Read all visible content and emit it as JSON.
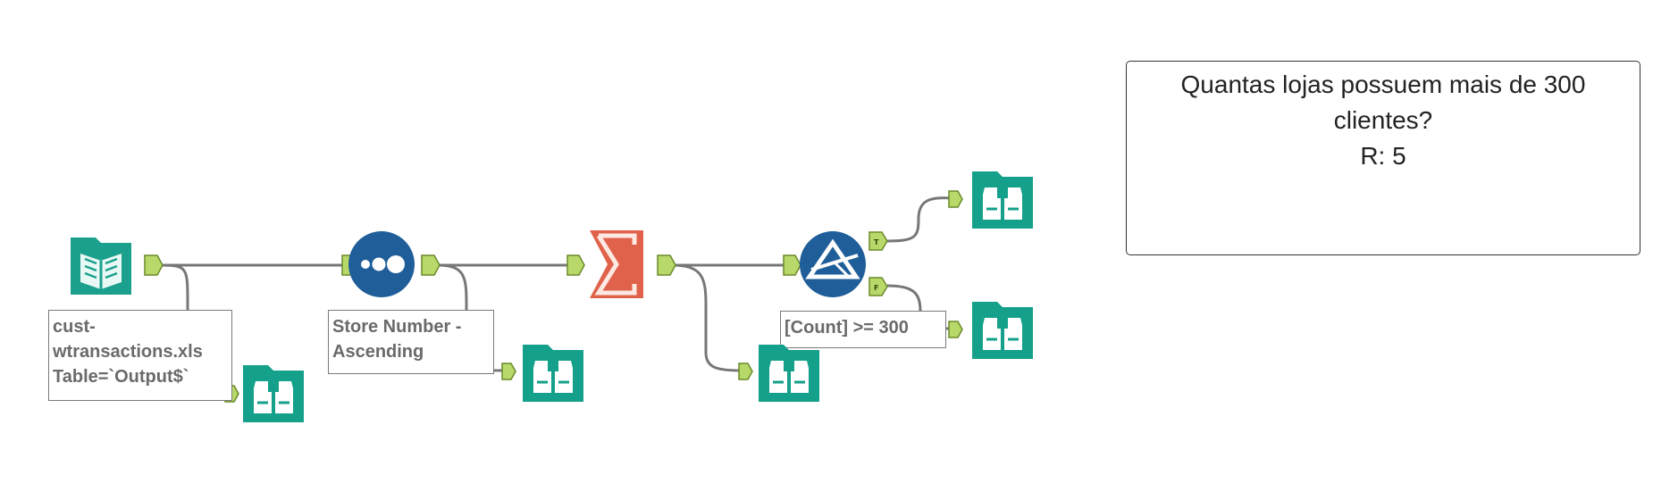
{
  "workflow": {
    "tools": {
      "input": {
        "icon": "book-input-icon",
        "label": "cust-\nwtransactions.xls\nTable=`Output$`"
      },
      "sort": {
        "icon": "sort-dots-icon",
        "label": "Store Number -\nAscending"
      },
      "summarize": {
        "icon": "sigma-icon",
        "symbol": "Σ"
      },
      "filter": {
        "icon": "filter-prism-icon",
        "label": "[Count] >= 300",
        "true_anchor": "T",
        "false_anchor": "F"
      },
      "browse": {
        "icon": "binoculars-icon"
      }
    },
    "comment": {
      "line1": "Quantas lojas possuem mais de 300",
      "line2": "clientes?",
      "line3": "R: 5"
    }
  },
  "colors": {
    "browse_teal": "#14a08a",
    "input_teal": "#1aa08d",
    "sort_blue": "#1f5e99",
    "summarize_orange": "#e0624a",
    "filter_blue": "#1f5e99",
    "anchor_green": "#b8d96a",
    "connector": "#6f6f6f"
  }
}
